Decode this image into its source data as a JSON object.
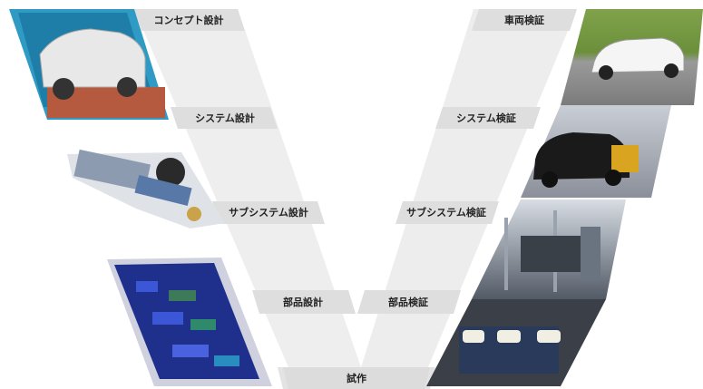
{
  "left_steps": {
    "concept": "コンセプト設計",
    "system": "システム設計",
    "subsystem": "サブシステム設計",
    "parts": "部品設計"
  },
  "bottom_step": "試作",
  "right_steps": {
    "vehicle": "車両検証",
    "system": "システム検証",
    "subsystem": "サブシステム検証",
    "parts": "部品検証"
  },
  "colors": {
    "band": "#ececec",
    "band_light": "#f4f4f4",
    "label_box": "#dcdcdc",
    "text": "#222222"
  },
  "images": {
    "left_top": "car-body-cad-model",
    "left_mid": "chassis-cad-model",
    "left_bottom": "pcb-component-model",
    "right_top": "suv-on-road-photo",
    "right_mid": "sedan-chassis-dyno-photo",
    "right_bottom": "test-rig-photo",
    "right_lower": "bench-test-photo"
  }
}
